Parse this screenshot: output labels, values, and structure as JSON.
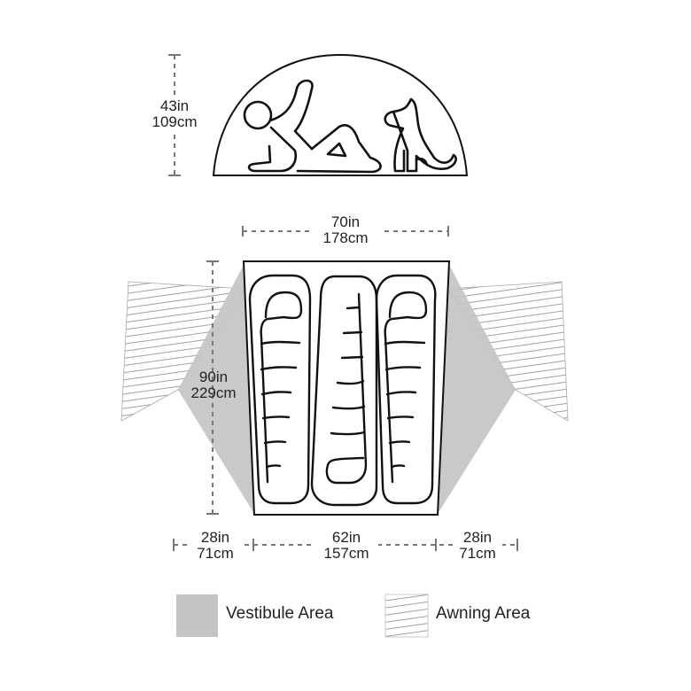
{
  "side_view": {
    "height": {
      "in": "43in",
      "cm": "109cm"
    },
    "figures": [
      "person-reclining-icon",
      "dog-sitting-icon"
    ]
  },
  "floor_plan": {
    "width_top": {
      "in": "70in",
      "cm": "178cm"
    },
    "length": {
      "in": "90in",
      "cm": "229cm"
    },
    "width_bottom": {
      "in": "62in",
      "cm": "157cm"
    },
    "vestibule_left": {
      "in": "28in",
      "cm": "71cm"
    },
    "vestibule_right": {
      "in": "28in",
      "cm": "71cm"
    },
    "sleeping_bags": 3
  },
  "legend": {
    "vestibule": {
      "label": "Vestibule Area",
      "color": "#c4c4c4"
    },
    "awning": {
      "label": "Awning Area",
      "pattern": "diagonal-hatch"
    }
  }
}
